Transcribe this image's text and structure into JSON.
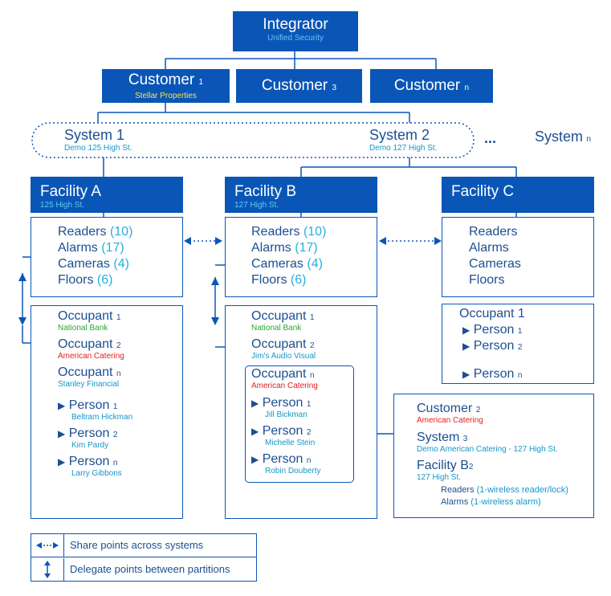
{
  "integrator": {
    "title": "Integrator",
    "subtitle": "Unified Security"
  },
  "customers": [
    {
      "label": "Customer",
      "index": "1",
      "subtitle": "Stellar Properties"
    },
    {
      "label": "Customer",
      "index": "3"
    },
    {
      "label": "Customer",
      "index": "n"
    }
  ],
  "systems": [
    {
      "label": "System 1",
      "subtitle": "Demo 125 High St."
    },
    {
      "label": "System 2",
      "subtitle": "Demo 127 High St."
    },
    {
      "ellipsis": "...",
      "label": "System",
      "index": "n"
    }
  ],
  "facilities": [
    {
      "title": "Facility A",
      "subtitle": "125 High St."
    },
    {
      "title": "Facility B",
      "subtitle": "127 High St."
    },
    {
      "title": "Facility C"
    }
  ],
  "points_A": {
    "readers": "Readers",
    "readers_count": "(10)",
    "alarms": "Alarms",
    "alarms_count": "(17)",
    "cameras": "Cameras",
    "cameras_count": "(4)",
    "floors": "Floors",
    "floors_count": "(6)"
  },
  "points_B": {
    "readers": "Readers",
    "readers_count": "(10)",
    "alarms": "Alarms",
    "alarms_count": "(17)",
    "cameras": "Cameras",
    "cameras_count": "(4)",
    "floors": "Floors",
    "floors_count": "(6)"
  },
  "points_C": {
    "readers": "Readers",
    "alarms": "Alarms",
    "cameras": "Cameras",
    "floors": "Floors"
  },
  "occupants_A": {
    "occ1": {
      "label": "Occupant",
      "index": "1",
      "company": "National Bank"
    },
    "occ2": {
      "label": "Occupant",
      "index": "2",
      "company": "American Catering"
    },
    "occn": {
      "label": "Occupant",
      "index": "n",
      "company": "Stanley Financial"
    },
    "p1": {
      "label": "Person",
      "index": "1",
      "name": "Beltram Hickman"
    },
    "p2": {
      "label": "Person",
      "index": "2",
      "name": "Kim Pardy"
    },
    "pn": {
      "label": "Person",
      "index": "n",
      "name": "Larry Gibbons"
    }
  },
  "occupants_B": {
    "occ1": {
      "label": "Occupant",
      "index": "1",
      "company": "National Bank"
    },
    "occ2": {
      "label": "Occupant",
      "index": "2",
      "company": "Jim's Audio Visual"
    },
    "occn": {
      "label": "Occupant",
      "index": "n",
      "company": "American Catering"
    },
    "p1": {
      "label": "Person",
      "index": "1",
      "name": "Jill Bickman"
    },
    "p2": {
      "label": "Person",
      "index": "2",
      "name": "Michelle Stein"
    },
    "pn": {
      "label": "Person",
      "index": "n",
      "name": "Robin Douberty"
    }
  },
  "occupants_C": {
    "occ1": {
      "label": "Occupant 1"
    },
    "p1": {
      "label": "Person",
      "index": "1"
    },
    "p2": {
      "label": "Person",
      "index": "2"
    },
    "pn": {
      "label": "Person",
      "index": "n"
    }
  },
  "detail": {
    "customer": {
      "label": "Customer",
      "index": "2",
      "name": "American Catering"
    },
    "system": {
      "label": "System",
      "index": "3",
      "name": "Demo American Catering - 127 High St."
    },
    "facility": {
      "label": "Facility B",
      "index": "2",
      "address": "127 High St."
    },
    "readers": {
      "label": "Readers",
      "note": "(1-wireless reader/lock)"
    },
    "alarms": {
      "label": "Alarms",
      "note": "(1-wireless alarm)"
    }
  },
  "legend": {
    "share": "Share points across systems",
    "delegate": "Delegate points between partitions"
  },
  "colors": {
    "header": "#0a56b7",
    "text": "#1d4f91",
    "accent": "#27aee0",
    "green": "#2aa832",
    "red": "#e02020",
    "yellow": "#ffe34a"
  }
}
